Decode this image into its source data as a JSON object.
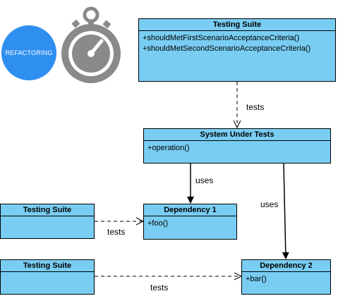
{
  "badge": {
    "label": "REFACTORING",
    "color": "#2f8ff0"
  },
  "stopwatch_icon": "stopwatch-icon",
  "colors": {
    "class_fill": "#79cdf2",
    "stroke": "#000000",
    "badge": "#2f8ff0",
    "stopwatch": "#8a8a8a"
  },
  "classes": {
    "testing_suite_top": {
      "name": "Testing Suite",
      "members": [
        "+shouldMetFirstScenarioAcceptanceCriteria()",
        "+shouldMetSecondScenarioAcceptanceCriteria()"
      ]
    },
    "system_under_tests": {
      "name": "System Under Tests",
      "members": [
        "+operation()"
      ]
    },
    "dependency_1": {
      "name": "Dependency 1",
      "members": [
        "+foo()"
      ]
    },
    "dependency_2": {
      "name": "Dependency 2",
      "members": [
        "+bar()"
      ]
    },
    "testing_suite_left_1": {
      "name": "Testing Suite",
      "members": []
    },
    "testing_suite_left_2": {
      "name": "Testing Suite",
      "members": []
    }
  },
  "relations": [
    {
      "from": "Testing Suite",
      "to": "System Under Tests",
      "label": "tests",
      "style": "dashed"
    },
    {
      "from": "System Under Tests",
      "to": "Dependency 1",
      "label": "uses",
      "style": "solid"
    },
    {
      "from": "System Under Tests",
      "to": "Dependency 2",
      "label": "uses",
      "style": "solid"
    },
    {
      "from": "Testing Suite",
      "to": "Dependency 1",
      "label": "tests",
      "style": "dashed"
    },
    {
      "from": "Testing Suite",
      "to": "Dependency 2",
      "label": "tests",
      "style": "dashed"
    }
  ]
}
